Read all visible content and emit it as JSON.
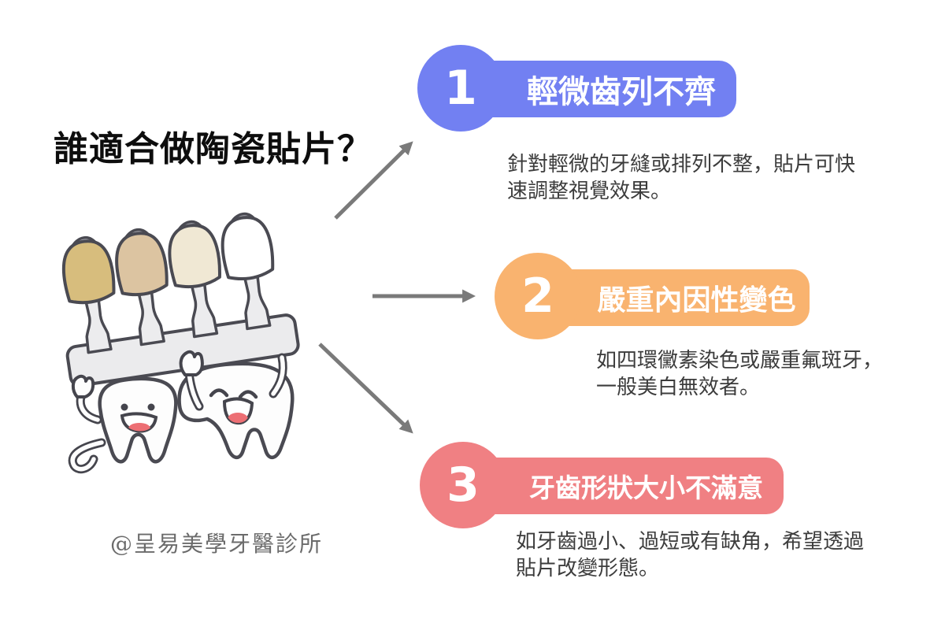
{
  "title": "誰適合做陶瓷貼片？",
  "watermark": "@呈易美學牙醫診所",
  "arrow_color": "#7a7a7a",
  "items": [
    {
      "number": "1",
      "label": "輕微齒列不齊",
      "color": "#7280f2",
      "desc_line1": "針對輕微的牙縫或排列不整，貼片可快",
      "desc_line2": "速調整視覺效果。"
    },
    {
      "number": "2",
      "label": "嚴重內因性變色",
      "color": "#f9b36f",
      "desc_line1": "如四環黴素染色或嚴重氟斑牙，",
      "desc_line2": "一般美白無效者。"
    },
    {
      "number": "3",
      "label": "牙齒形狀大小不滿意",
      "color": "#f08083",
      "desc_line1": "如牙齒過小、過短或有缺角，希望透過",
      "desc_line2": "貼片改變形態。"
    }
  ],
  "illustration": {
    "name": "two-teeth-holding-shade-guide",
    "shade_tab_colors": [
      "#d7bd7d",
      "#dcc4a1",
      "#f0e8d4",
      "#ffffff"
    ],
    "cap_color": "#ababb3",
    "stem_color": "#ececee",
    "bar_color": "#ebebed",
    "outline_color": "#4a4a52",
    "tooth_fill": "#fdfdfd",
    "tongue_color": "#ed6f74"
  }
}
